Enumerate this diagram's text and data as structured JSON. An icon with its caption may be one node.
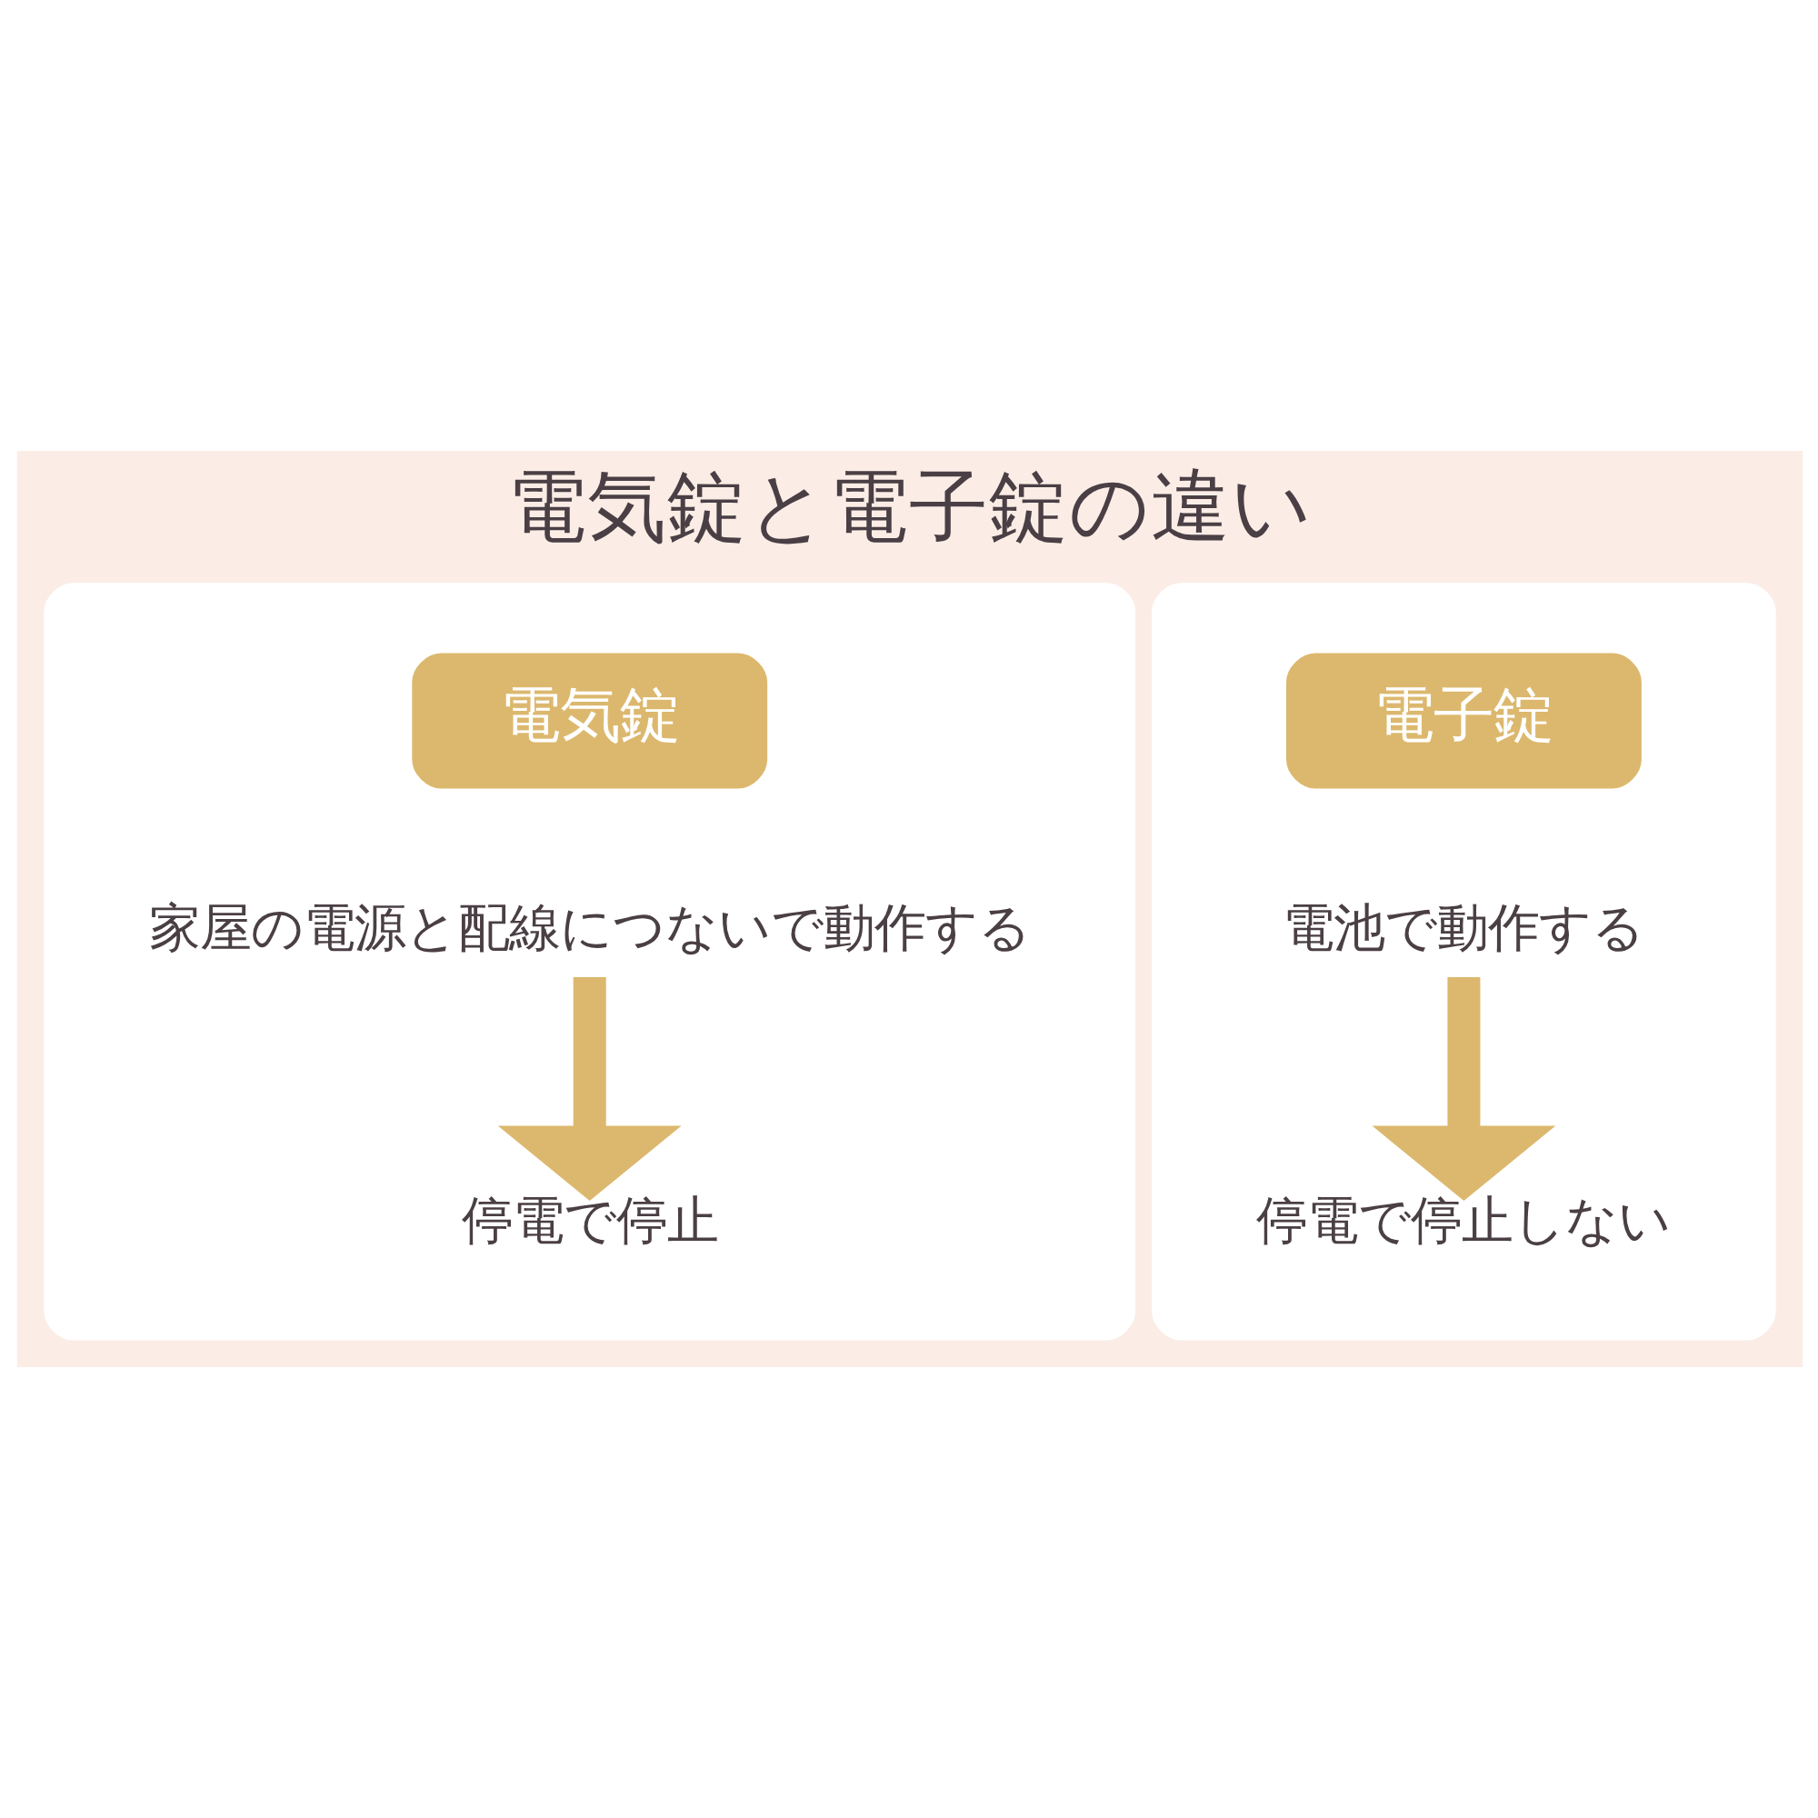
{
  "diagram": {
    "title": "電気錠と電子錠の違い",
    "nodes": [
      {
        "text": [],
        "shape": "box"
      },
      {
        "text": [
          "電気錠"
        ],
        "in": 0
      },
      {
        "text": [
          "家屋の電源と配線につないで動作する"
        ],
        "in": 0
      },
      {
        "text": [
          "停電で停止"
        ],
        "in": 0
      },
      {
        "text": [],
        "shape": "box"
      },
      {
        "text": [
          "電子錠"
        ],
        "in": 4
      },
      {
        "text": [
          "電池で動作する"
        ],
        "in": 4
      },
      {
        "text": [
          "停電で停止しない"
        ],
        "in": 4
      }
    ],
    "edges": [
      {
        "from": 2,
        "to": 3,
        "arrow": "to"
      },
      {
        "from": 6,
        "to": 7,
        "arrow": "to"
      }
    ]
  }
}
